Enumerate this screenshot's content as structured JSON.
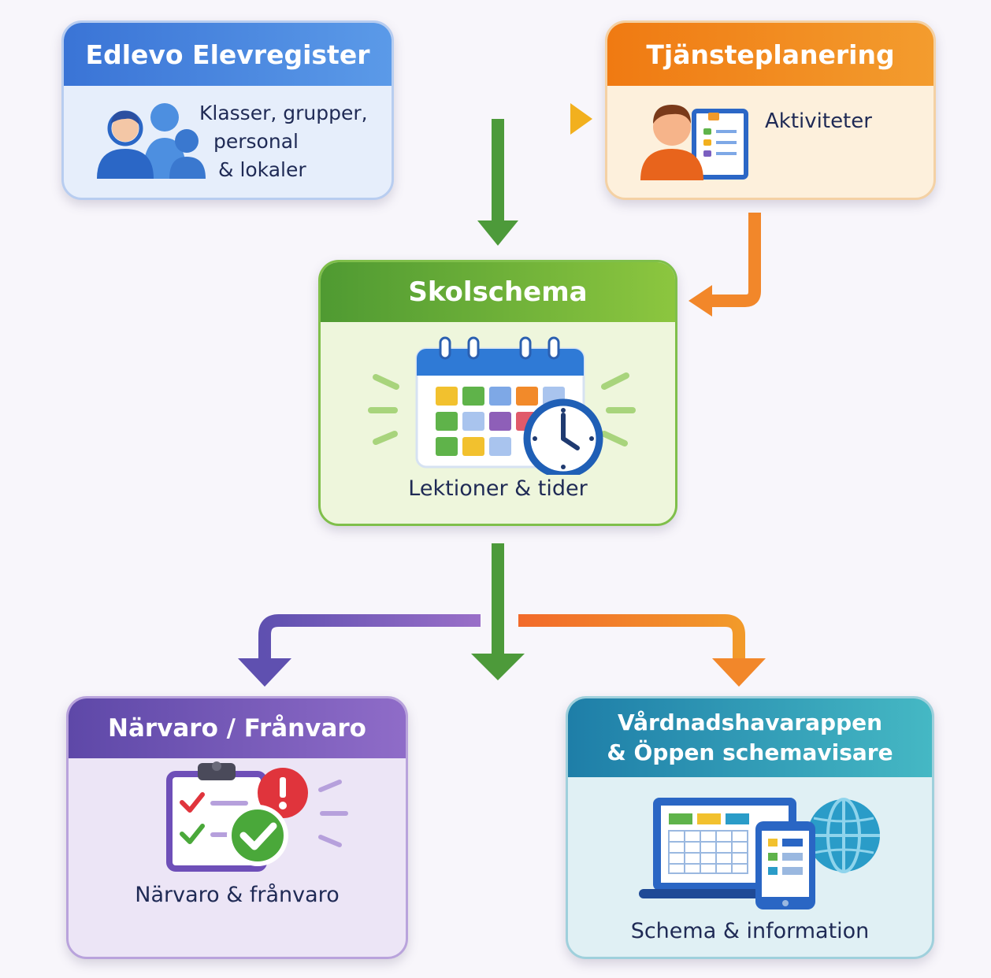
{
  "colors": {
    "blue": "#3f7fd8",
    "orange": "#f18a1c",
    "green": "#5fa83a",
    "purple": "#6f50b0",
    "teal": "#2b8fb0"
  },
  "nodes": {
    "elevregister": {
      "title": "Edlevo Elevregister",
      "line1": "Klasser, grupper,",
      "line2": "personal",
      "line3": "& lokaler",
      "icon": "people-group-icon"
    },
    "tjansteplanering": {
      "title": "Tjänsteplanering",
      "label": "Aktiviteter",
      "icon": "person-with-board-icon"
    },
    "skolschema": {
      "title": "Skolschema",
      "label": "Lektioner & tider",
      "icon": "calendar-clock-icon"
    },
    "narvaro": {
      "title": "Närvaro / Frånvaro",
      "label": "Närvaro & frånvaro",
      "icon": "clipboard-check-icon"
    },
    "vardnadshavare": {
      "title_line1": "Vårdnadshavarappen",
      "title_line2": "& Öppen schemavisare",
      "label": "Schema & information",
      "icon": "devices-globe-icon"
    }
  }
}
